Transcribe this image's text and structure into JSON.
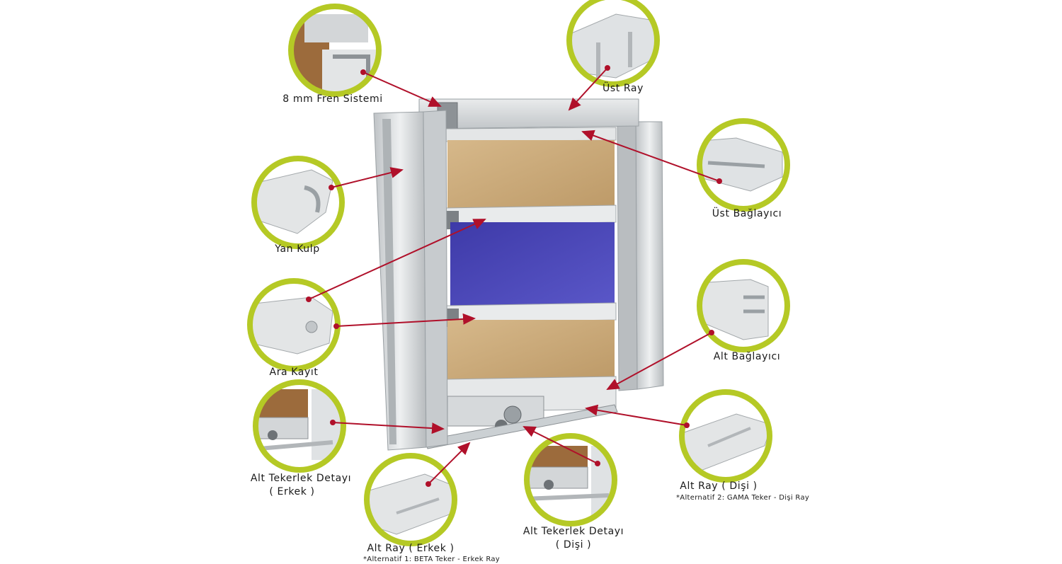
{
  "colors": {
    "ring": "#b5c925",
    "arrow": "#b0102a",
    "aluminium": "#d9dcde",
    "wood": "#c9a878",
    "glass": "#4a47b8"
  },
  "callouts": [
    {
      "id": "fren",
      "label": "8 mm Fren Sistemi"
    },
    {
      "id": "ust-ray",
      "label": "Üst Ray"
    },
    {
      "id": "ust-baglayici",
      "label": "Üst Bağlayıcı"
    },
    {
      "id": "yan-kulp",
      "label": "Yan Kulp"
    },
    {
      "id": "alt-baglayici",
      "label": "Alt Bağlayıcı"
    },
    {
      "id": "ara-kayit",
      "label": "Ara Kayıt"
    },
    {
      "id": "alt-tekerlek-erkek",
      "label": "Alt Tekerlek Detayı",
      "sub": "( Erkek )"
    },
    {
      "id": "alt-ray-disi",
      "label": "Alt Ray ( Dişi )",
      "note": "*Alternatif 2: GAMA Teker - Dişi Ray"
    },
    {
      "id": "alt-ray-erkek",
      "label": "Alt Ray ( Erkek )",
      "note": "*Alternatif 1: BETA Teker - Erkek Ray"
    },
    {
      "id": "alt-tekerlek-disi",
      "label": "Alt Tekerlek Detayı",
      "sub": "( Dişi )"
    }
  ]
}
